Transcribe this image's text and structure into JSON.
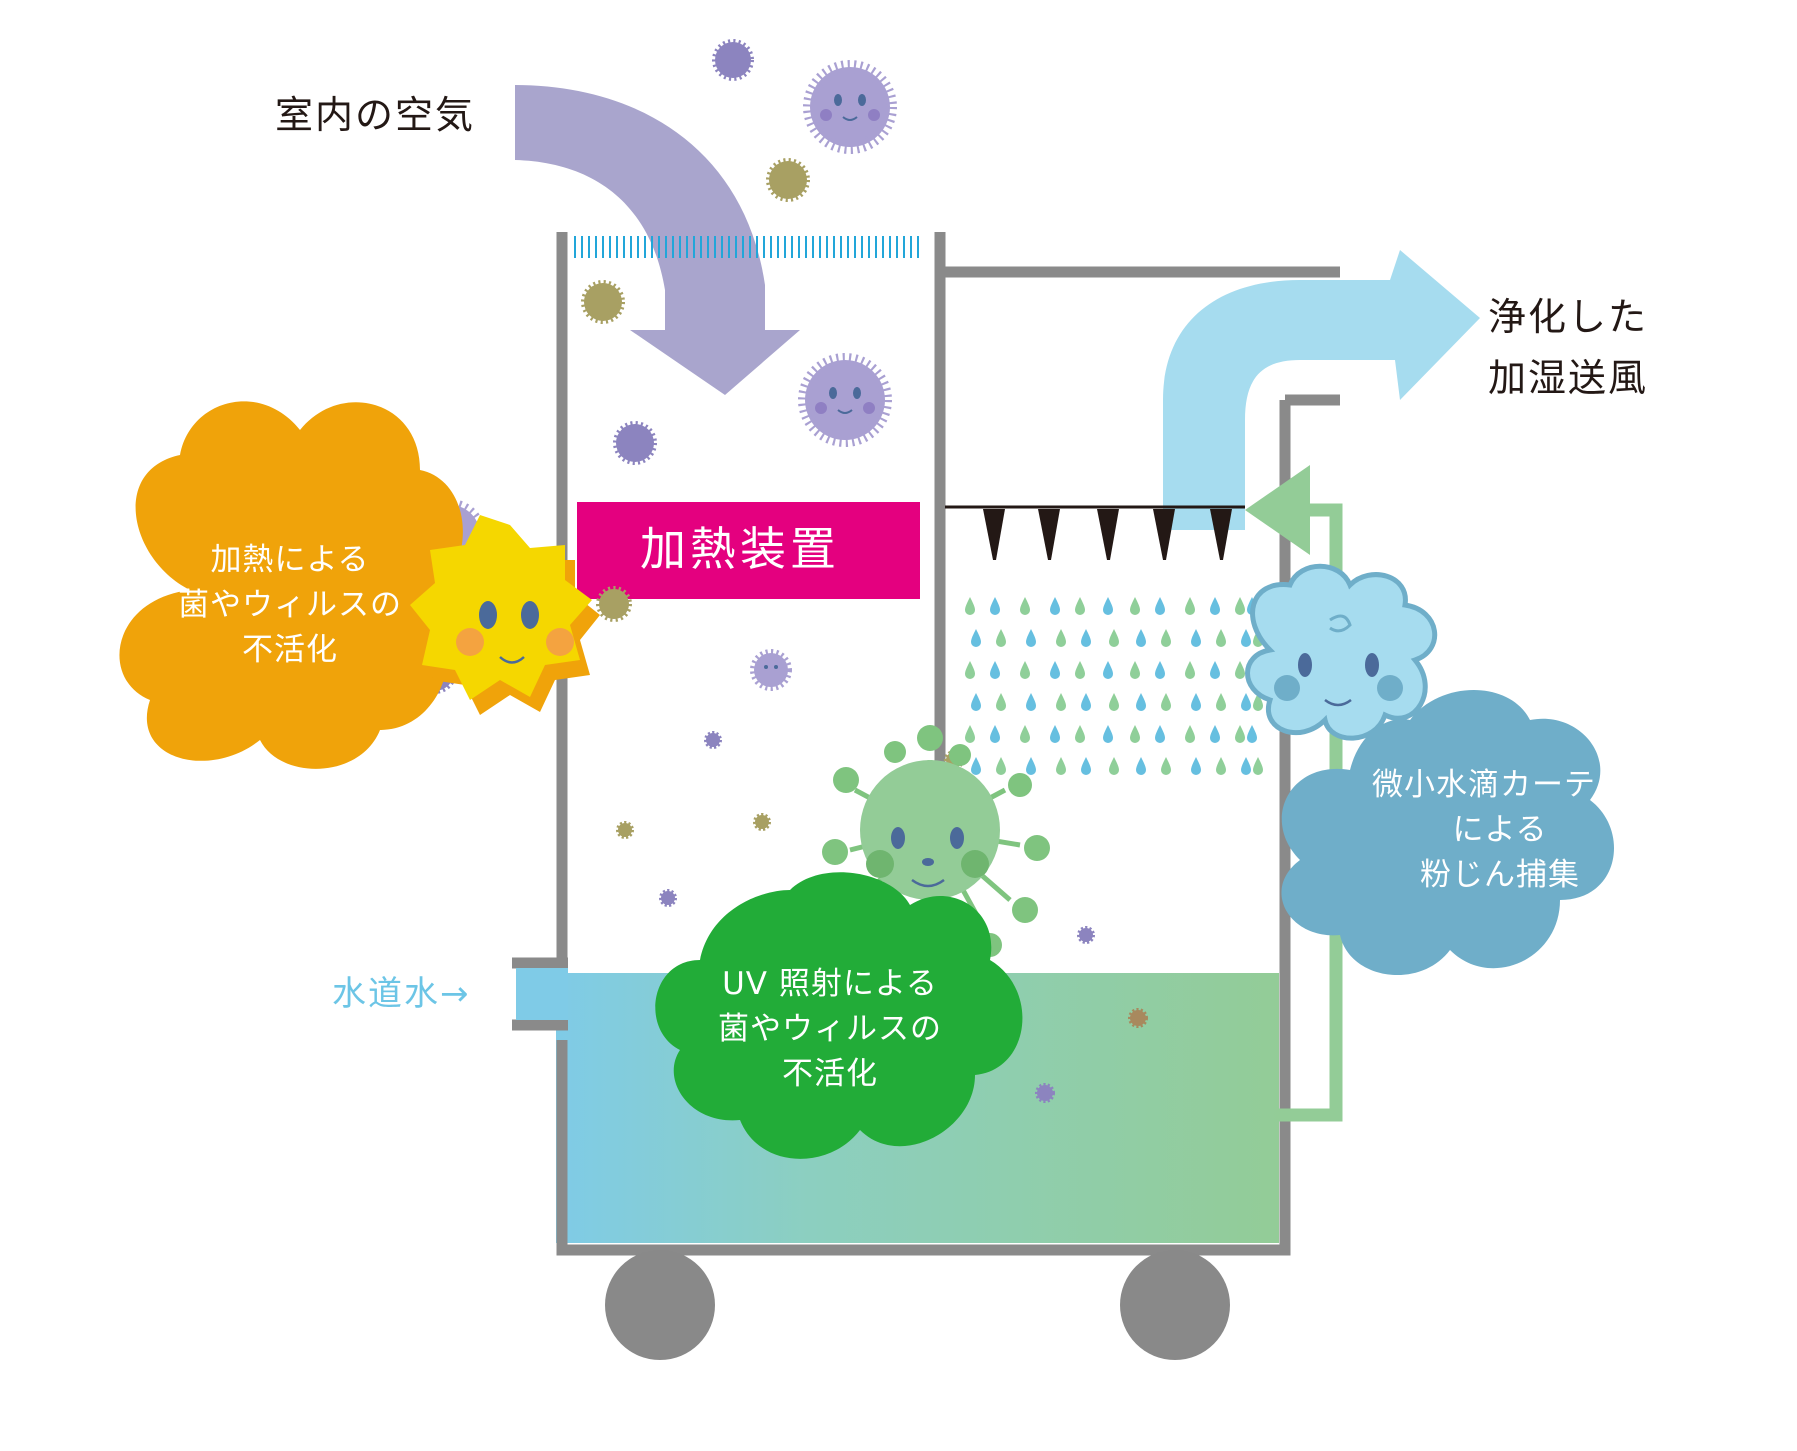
{
  "labels": {
    "indoor_air": "室内の空気",
    "purified_air": "浄化した\n加湿送風",
    "heater": "加熱装置",
    "heat_inactivation": "加熱による\n菌やウィルスの\n不活化",
    "uv_inactivation": "UV 照射による\n菌やウィルスの\n不活化",
    "droplet_curtain": "微小水滴カーテン\nによる\n粉じん捕集",
    "tap_water": "水道水→"
  },
  "colors": {
    "frame": "#8a8a8a",
    "indoor_air_arrow": "#a9a5cd",
    "purified_air_arrow": "#a6dcef",
    "heater": "#e4007f",
    "heat_cloud": "#f0a30a",
    "uv_cloud": "#22ac38",
    "curtain_cloud": "#6faec9",
    "water_inlet": "#7fcbe7",
    "water_green": "#93cc97",
    "return_pipe": "#93cc97"
  },
  "icons": [
    "sun-character-icon",
    "virus-character-icon",
    "water-cloud-character-icon",
    "dust-particle-icon",
    "water-drop-icon",
    "spray-nozzle-icon"
  ]
}
